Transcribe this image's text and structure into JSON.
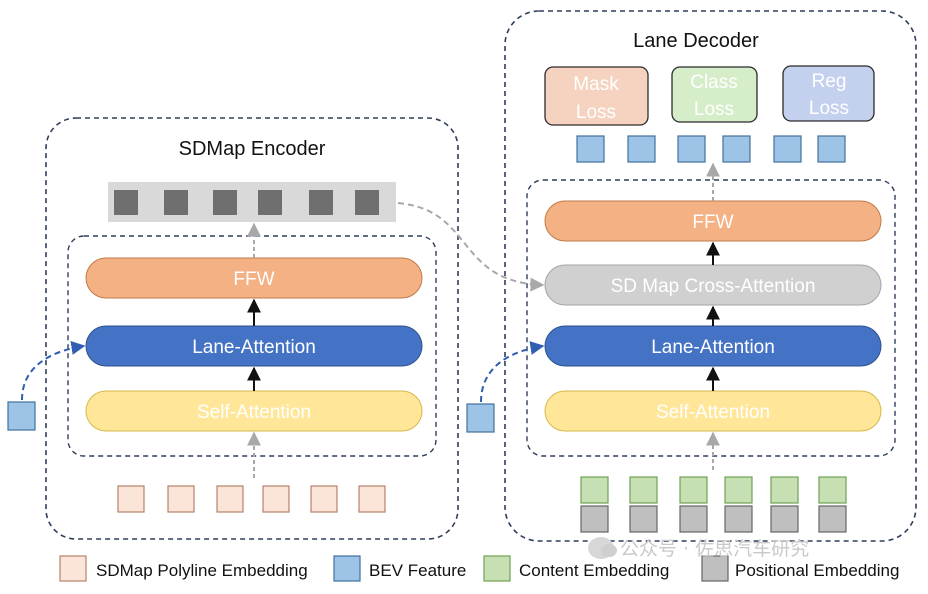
{
  "encoder": {
    "title": "SDMap Encoder",
    "ffw": "FFW",
    "lane_attention": "Lane-Attention",
    "self_attention": "Self-Attention"
  },
  "decoder": {
    "title": "Lane Decoder",
    "losses": [
      {
        "line1": "Mask",
        "line2": "Loss",
        "fill": "#f6d3c0"
      },
      {
        "line1": "Class",
        "line2": "Loss",
        "fill": "#d5edc9"
      },
      {
        "line1": "Reg",
        "line2": "Loss",
        "fill": "#c3d0ee"
      }
    ],
    "ffw": "FFW",
    "cross_attention": "SD Map Cross-Attention",
    "lane_attention": "Lane-Attention",
    "self_attention": "Self-Attention"
  },
  "legend": [
    {
      "label": "SDMap Polyline Embedding",
      "fill": "#fbe4d8",
      "stroke": "#b5846a"
    },
    {
      "label": "BEV Feature",
      "fill": "#9dc3e6",
      "stroke": "#41719c"
    },
    {
      "label": "Content Embedding",
      "fill": "#c6e0b4",
      "stroke": "#70a050"
    },
    {
      "label": "Positional Embedding",
      "fill": "#bfbfbf",
      "stroke": "#7f7f7f"
    }
  ],
  "watermark": "公众号 · 佐思汽车研究",
  "colors": {
    "ffw": "#f4b183",
    "lane_attention": "#4472c4",
    "self_attention": "#ffe699",
    "cross_attention": "#d0d0d0",
    "dark_square": "#6f6f6f",
    "bev": "#9dc3e6",
    "polyline": "#fbe4d8"
  }
}
